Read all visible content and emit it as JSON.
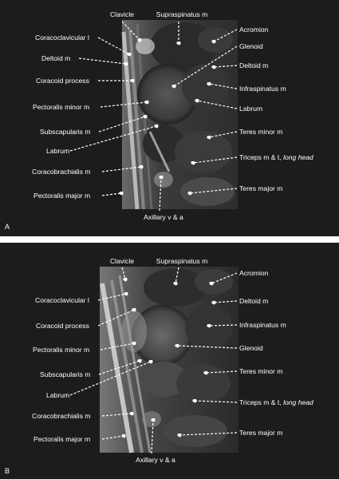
{
  "panels": [
    {
      "letter": "A",
      "labels": {
        "clavicle": "Clavicle",
        "supraspinatus": "Supraspinatus m",
        "coracoclavicular": "Coracoclavicular l",
        "deltoid_left": "Deltoid m",
        "coracoid": "Coracoid process",
        "pectoralis_minor": "Pectoralis minor m",
        "subscapularis": "Subscapularis m",
        "labrum_left": "Labrum",
        "coracobrachialis": "Coracobrachialis m",
        "pectoralis_major": "Pectoralis major m",
        "axillary": "Axillary v & a",
        "acromion": "Acromion",
        "glenoid": "Glenoid",
        "deltoid_right": "Deltoid m",
        "infraspinatus": "Infraspinatus m",
        "labrum_right": "Labrum",
        "teres_minor": "Teres minor m",
        "triceps_prefix": "Triceps m & t, ",
        "triceps_italic": "long head",
        "teres_major": "Teres major m"
      }
    },
    {
      "letter": "B",
      "labels": {
        "clavicle": "Clavicle",
        "supraspinatus": "Supraspinatus m",
        "coracoclavicular": "Coracoclavicular l",
        "coracoid": "Coracoid process",
        "pectoralis_minor": "Pectoralis minor m",
        "subscapularis": "Subscapularis m",
        "labrum_left": "Labrum",
        "coracobrachialis": "Coracobrachialis m",
        "pectoralis_major": "Pectoralis major m",
        "axillary": "Axillary v & a",
        "acromion": "Acromion",
        "deltoid_right": "Deltoid m",
        "infraspinatus": "Infraspinatus m",
        "glenoid": "Glenoid",
        "teres_minor": "Teres minor m",
        "triceps_prefix": "Triceps m & t, ",
        "triceps_italic": "long head",
        "teres_major": "Teres major m"
      }
    }
  ],
  "colors": {
    "background": "#1e1e1e",
    "label_text": "#ffffff",
    "leader_line": "#ffffff"
  }
}
